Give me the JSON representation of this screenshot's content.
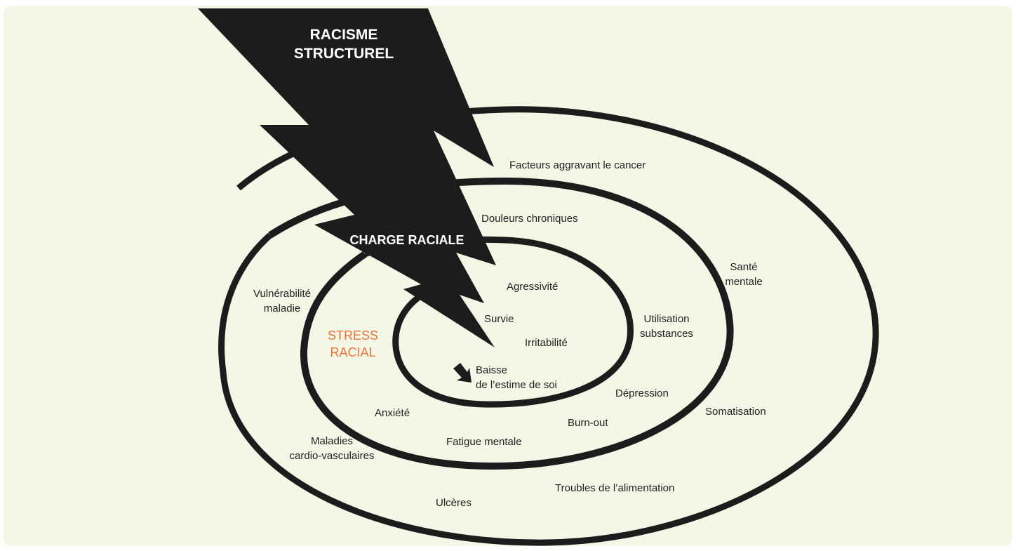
{
  "titles": {
    "racisme": [
      "RACISME",
      "STRUCTUREL"
    ],
    "charge": "CHARGE RACIALE",
    "stress": [
      "STRESS",
      "RACIAL"
    ]
  },
  "colors": {
    "background": "#f4f6e6",
    "ink": "#1c1c1c",
    "accent": "#e8743b"
  },
  "icons": {
    "low-self-esteem": "arrow-down-right-icon"
  },
  "labels": {
    "facteurs_cancer": "Facteurs aggravant le cancer",
    "douleurs": "Douleurs chroniques",
    "sante_mentale": [
      "Santé",
      "mentale"
    ],
    "vulnerabilite": [
      "Vulnérabilité",
      "maladie"
    ],
    "agressivite": "Agressivité",
    "survie": "Survie",
    "irritabilite": "Irritabilité",
    "utilisation": [
      "Utilisation",
      "substances"
    ],
    "baisse": [
      "Baisse",
      "de l’estime de soi"
    ],
    "depression": "Dépression",
    "somatisation": "Somatisation",
    "anxiete": "Anxiété",
    "burnout": "Burn-out",
    "fatigue": "Fatigue mentale",
    "maladies_cv": [
      "Maladies",
      "cardio-vasculaires"
    ],
    "troubles_alim": "Troubles de l’alimentation",
    "ulceres": "Ulcères"
  }
}
